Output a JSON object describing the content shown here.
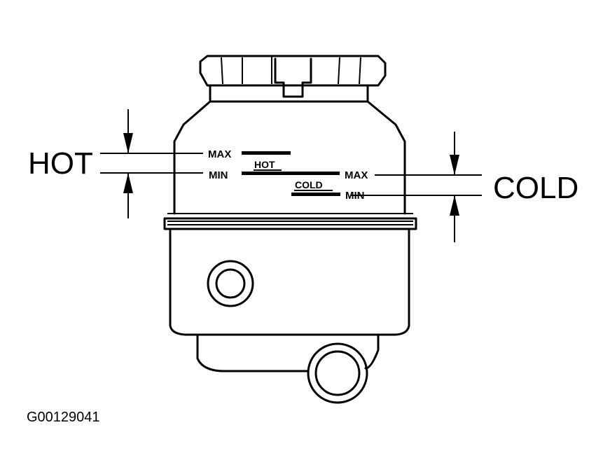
{
  "labels": {
    "hot_range": "HOT",
    "cold_range": "COLD",
    "hot_max": "MAX",
    "hot_min": "MIN",
    "hot_band": "HOT",
    "cold_max": "MAX",
    "cold_band": "COLD",
    "cold_min": "MIN"
  },
  "figure_code": "G00129041"
}
